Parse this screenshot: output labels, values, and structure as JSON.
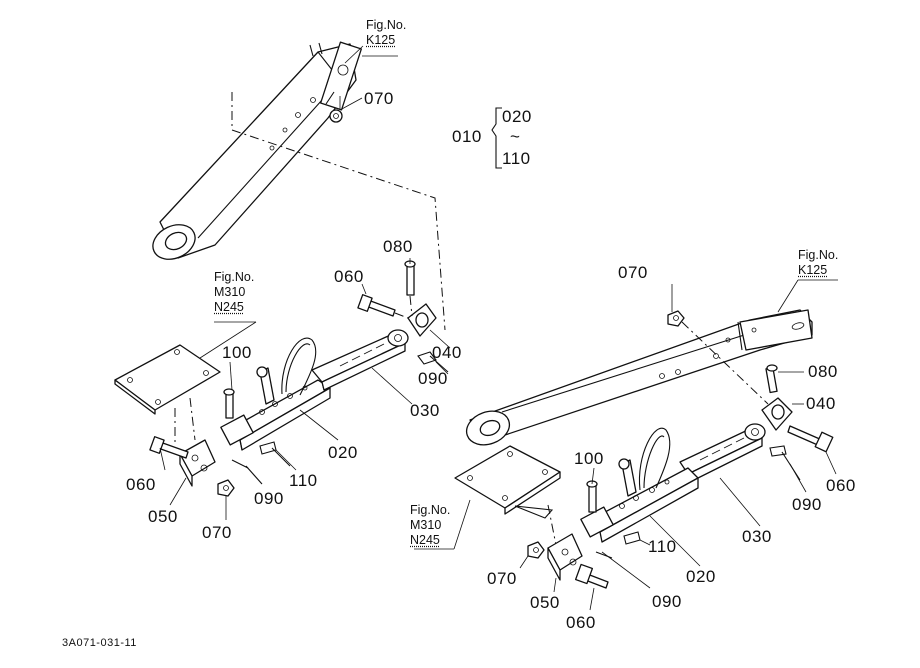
{
  "fig_refs": {
    "top_k125": {
      "title": "Fig.No.",
      "line1": "K125"
    },
    "left_m310": {
      "title": "Fig.No.",
      "line1": "M310",
      "line2": "N245"
    },
    "right_k125": {
      "title": "Fig.No.",
      "line1": "K125"
    },
    "right_m310": {
      "title": "Fig.No.",
      "line1": "M310",
      "line2": "N245"
    }
  },
  "assembly": {
    "parent": "010",
    "from": "020",
    "tilde": "~",
    "to": "110"
  },
  "labels": {
    "top_070": "070",
    "left_080": "080",
    "left_060_bolt": "060",
    "left_040": "040",
    "left_090_pin": "090",
    "left_030": "030",
    "left_100": "100",
    "left_020": "020",
    "left_110": "110",
    "left_060": "060",
    "left_090": "090",
    "left_050": "050",
    "left_070": "070",
    "right_070_top": "070",
    "right_080": "080",
    "right_040": "040",
    "right_060_bolt": "060",
    "right_090_pin": "090",
    "right_030": "030",
    "right_100": "100",
    "right_110": "110",
    "right_020": "020",
    "right_070": "070",
    "right_050": "050",
    "right_060": "060",
    "right_090": "090"
  },
  "drawing_code": "3A071-031-11"
}
